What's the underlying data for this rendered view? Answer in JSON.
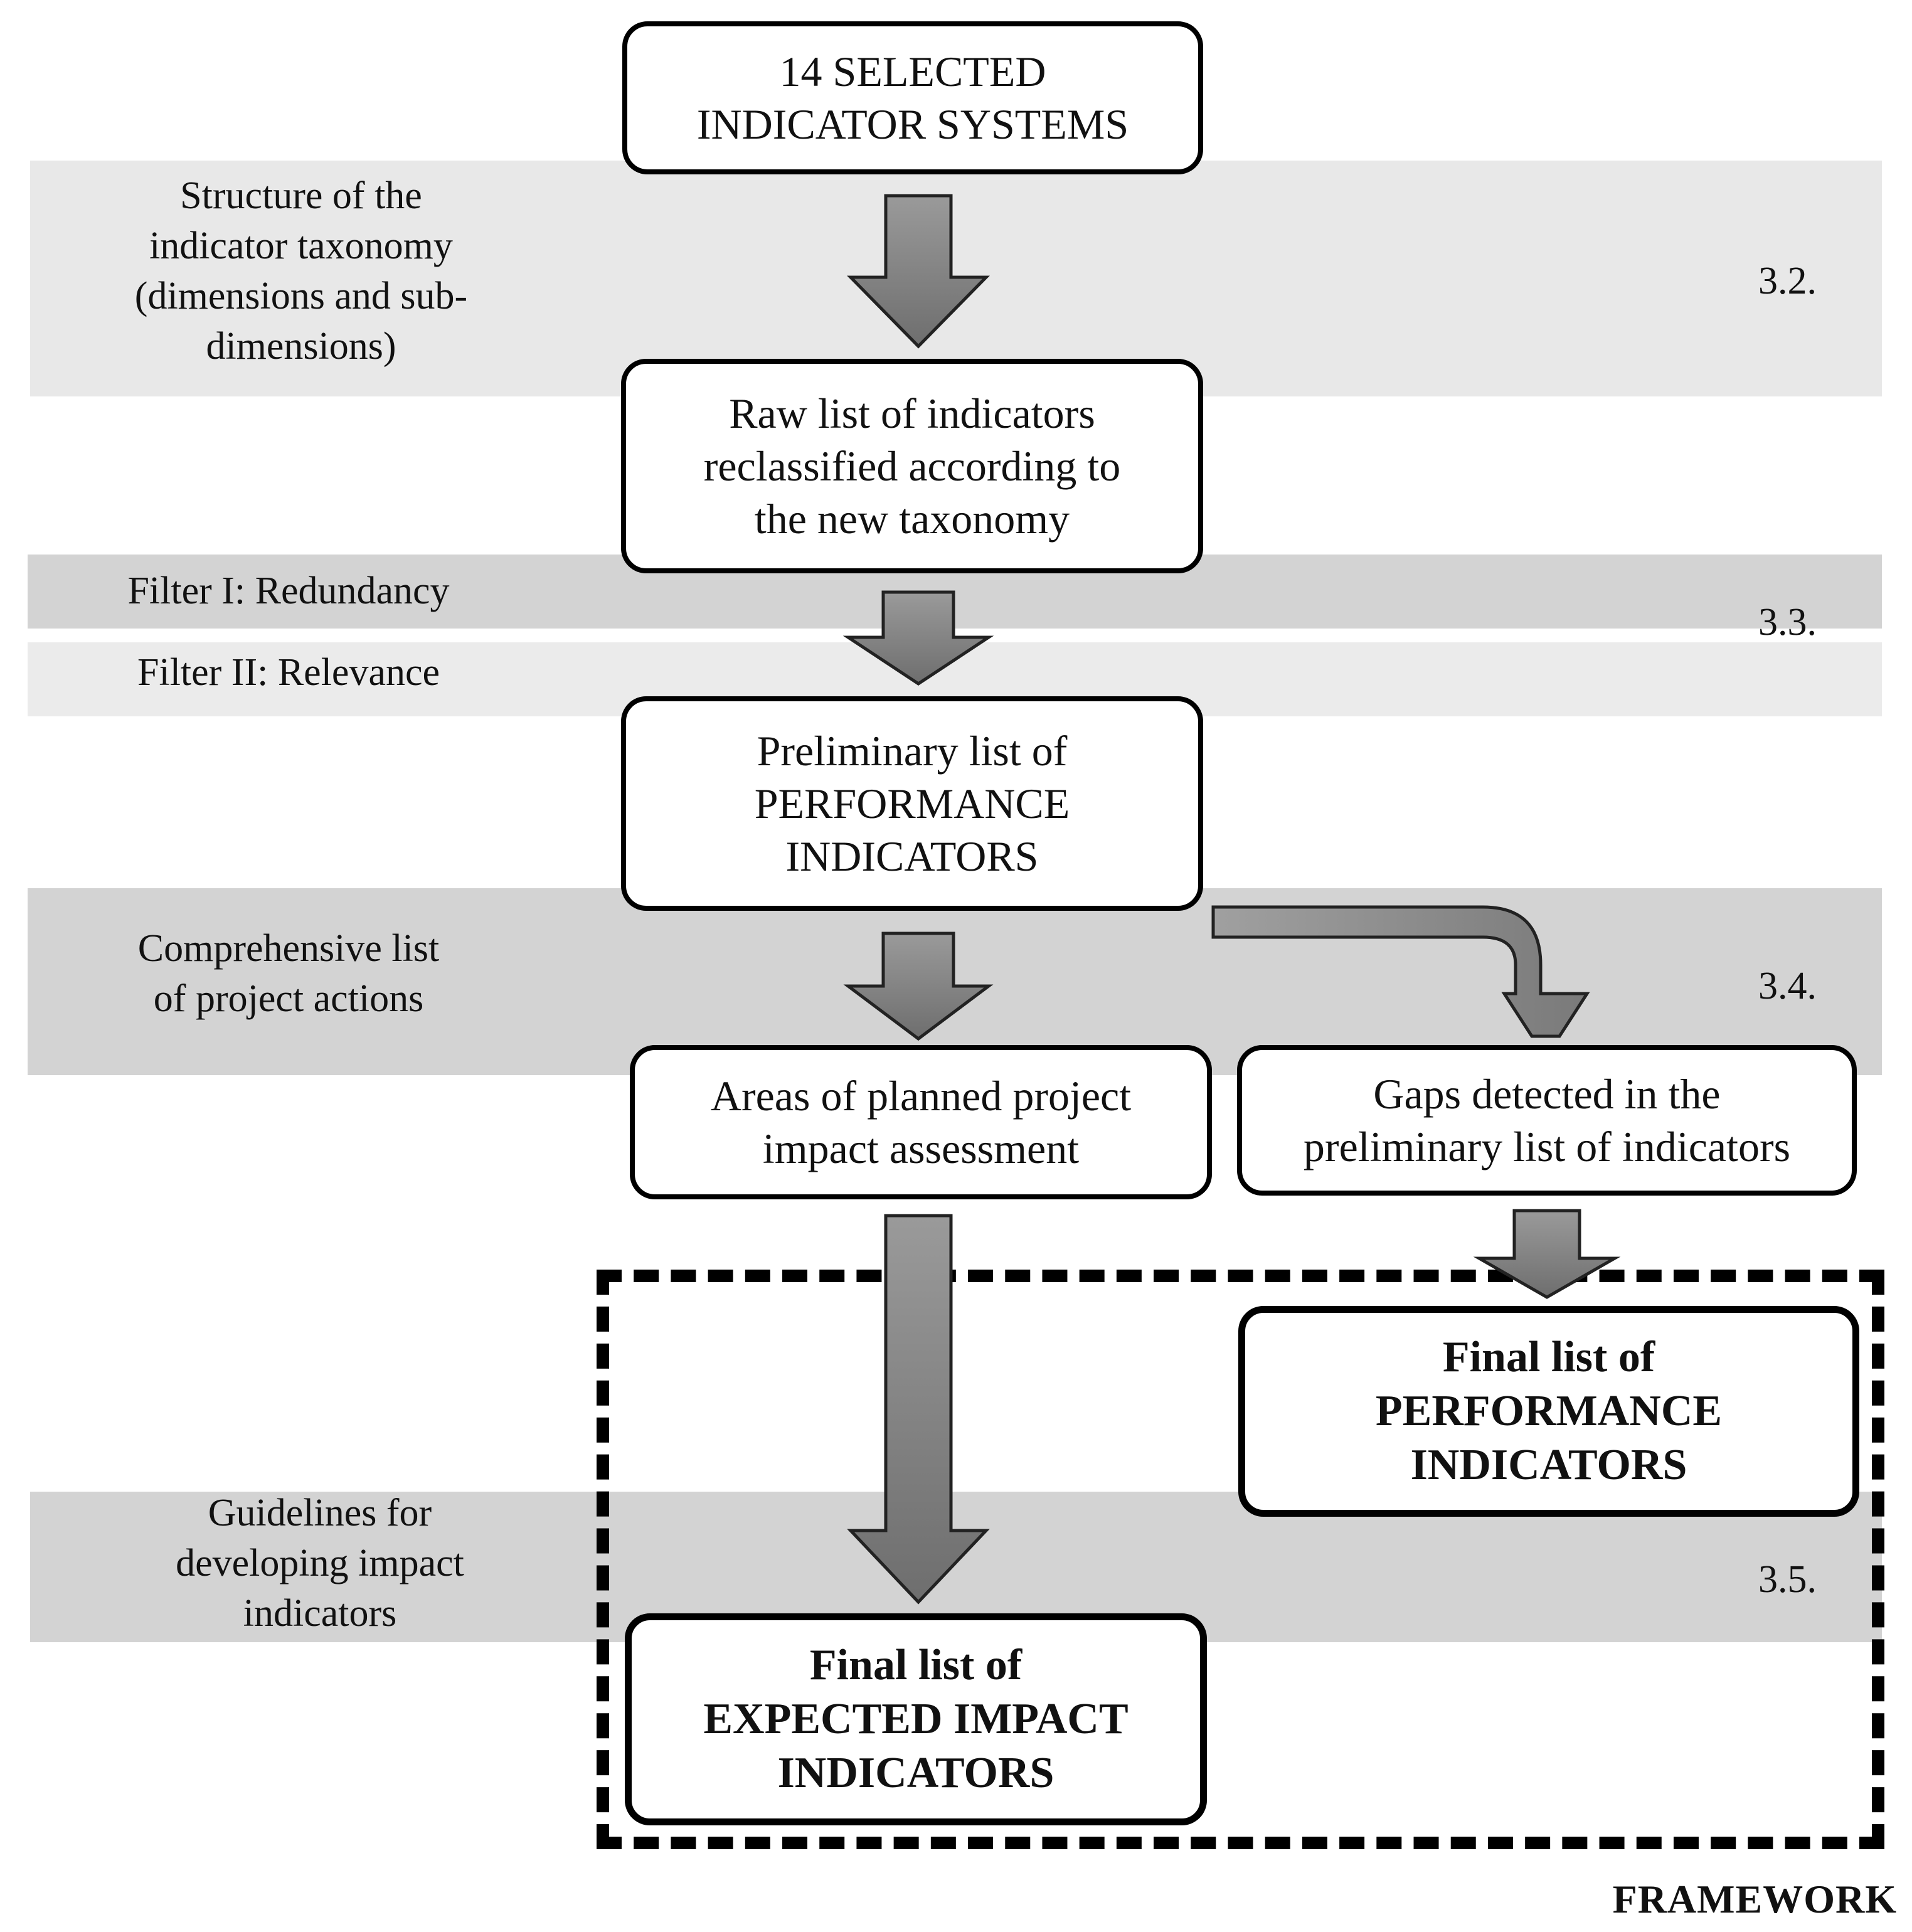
{
  "boxes": {
    "selected_systems": "14 SELECTED\nINDICATOR SYSTEMS",
    "raw_list": "Raw list of indicators\nreclassified according to\nthe new taxonomy",
    "preliminary_list": "Preliminary list of\nPERFORMANCE\nINDICATORS",
    "areas_assessment": "Areas of planned project\nimpact assessment",
    "gaps_detected": "Gaps detected in the\npreliminary list of indicators",
    "final_performance": "Final list of\nPERFORMANCE\nINDICATORS",
    "final_impact": "Final list of\nEXPECTED IMPACT\nINDICATORS"
  },
  "bands": {
    "taxonomy": {
      "label": "Structure of the\nindicator taxonomy\n(dimensions and sub-\ndimensions)",
      "section": "3.2."
    },
    "filter1": {
      "label": "Filter I: Redundancy"
    },
    "filter2": {
      "label": "Filter II: Relevance"
    },
    "filters_section": "3.3.",
    "actions": {
      "label": "Comprehensive list\nof project actions",
      "section": "3.4."
    },
    "guidelines": {
      "label": "Guidelines for\ndeveloping impact\nindicators",
      "section": "3.5."
    }
  },
  "framework_label": "FRAMEWORK",
  "colors": {
    "band_light": "#e8e8e8",
    "band_mid": "#d3d3d3",
    "arrow_dark": "#6e6e6e",
    "arrow_light": "#9a9a9a"
  }
}
